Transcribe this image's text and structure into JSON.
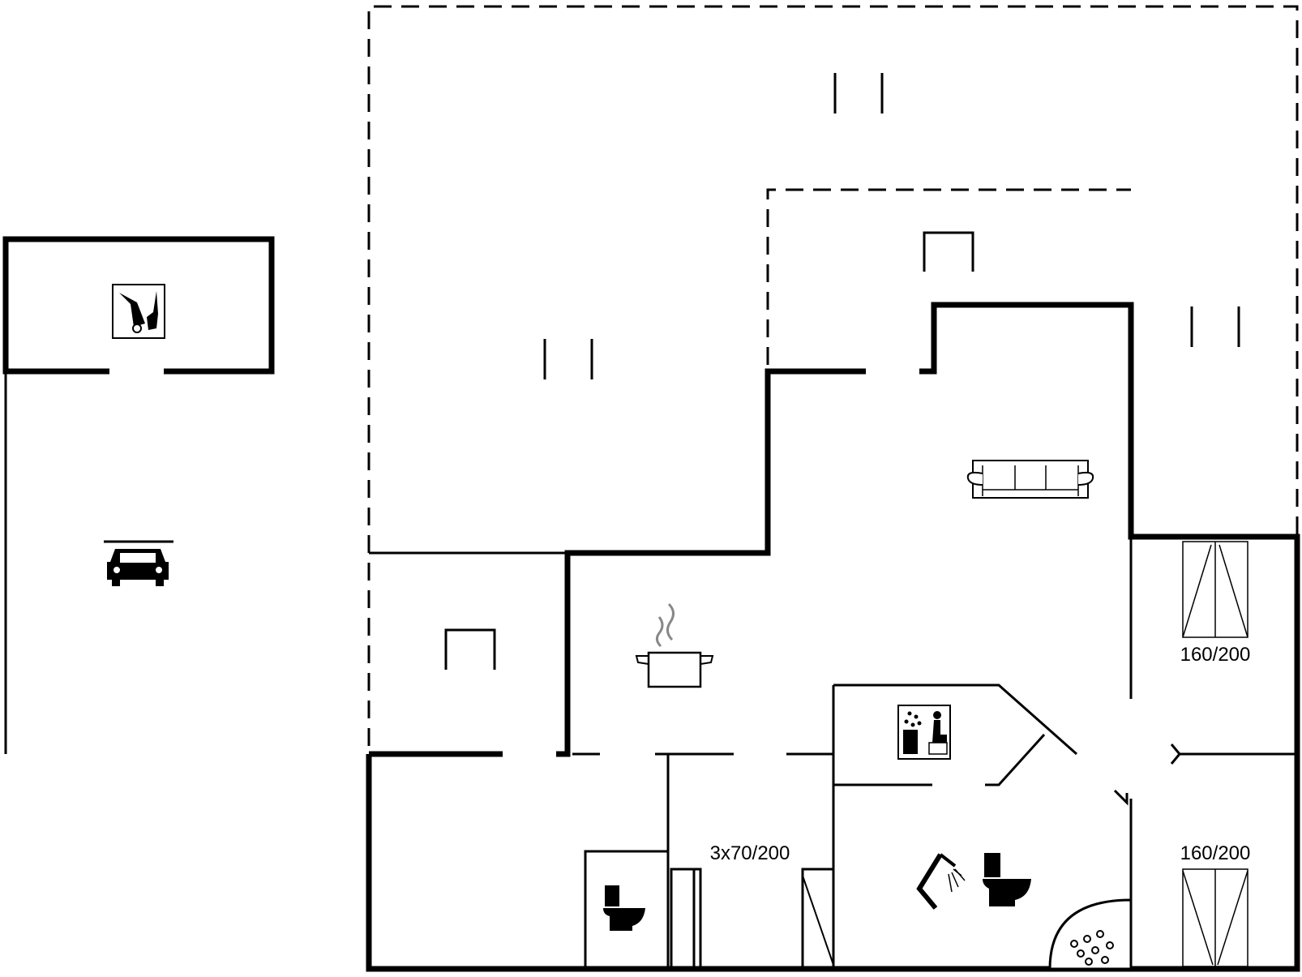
{
  "plan": {
    "beds": [
      {
        "id": "bed-top-right",
        "label": "160/200"
      },
      {
        "id": "bed-bottom-right",
        "label": "160/200"
      },
      {
        "id": "bed-middle",
        "label": "3x70/200"
      }
    ]
  },
  "icons": [
    "lawnmower-icon",
    "car-icon",
    "sofa-icon",
    "cooking-pot-icon",
    "sauna-icon",
    "shower-icon",
    "toilet-icon",
    "whirlpool-icon"
  ]
}
